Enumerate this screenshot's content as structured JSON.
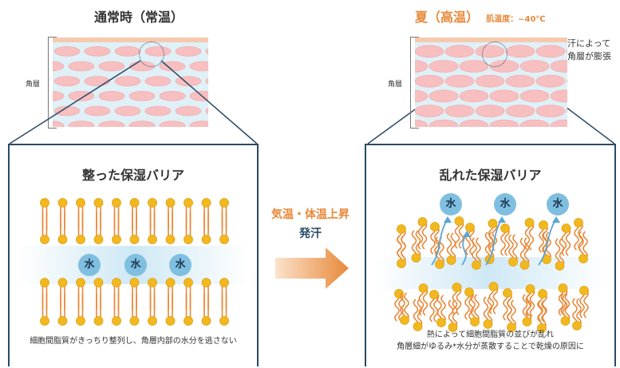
{
  "left": {
    "title": "通常時（常温）",
    "layer_label": "角層",
    "panel_title": "整った保湿バリア",
    "water": [
      "水",
      "水",
      "水"
    ],
    "caption": "細胞間脂質がきっちり整列し、角層内部の水分を逃さない"
  },
  "right": {
    "title": "夏（高温）",
    "temp_note": "肌温度：~40℃",
    "layer_label": "角層",
    "swell_note": [
      "汗によって",
      "角層が膨張"
    ],
    "panel_title": "乱れた保湿バリア",
    "water": [
      "水",
      "水",
      "水"
    ],
    "caption": [
      "熱によって細胞間脂質の並びが乱れ",
      "角層細がゆるみ*水分が蒸散することで乾燥の原因に"
    ]
  },
  "center": {
    "line1": "気温・体温上昇",
    "line2": "発汗"
  },
  "colors": {
    "orange": "#e8893a",
    "navy": "#2a4a66",
    "lipid_head": "#f2b81f",
    "water": "#7fbfe0"
  }
}
